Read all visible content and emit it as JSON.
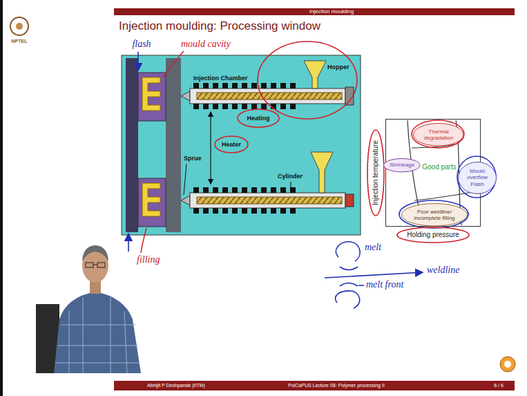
{
  "diagram": {
    "title": "Injection moulding: Processing window",
    "nodes": [
      {
        "text": [
          "Good parts"
        ]
      },
      {
        "text": [
          "Thermal degradation"
        ],
        "in": 0
      },
      {
        "text": [
          "Shrinkage"
        ],
        "in": 0
      },
      {
        "text": [
          "Mould overflow Flash"
        ],
        "in": 0
      },
      {
        "text": [
          "Poor weldline/ incomplete filling"
        ],
        "in": 0
      }
    ],
    "labels": [
      "Injection moulding",
      "NPTEL",
      "Hopper",
      "Injection Chamber",
      "Heating",
      "Sprue",
      "Heater",
      "Cylinder",
      "flash",
      "mould cavity",
      "filling",
      "Injection temperature",
      "Holding pressure",
      "melt",
      "weldline",
      "melt front",
      "Abhijit P Deshpande (IITM)",
      "PolCaPUS Lecture 08: Polymer processing II",
      "6 / 6"
    ]
  }
}
